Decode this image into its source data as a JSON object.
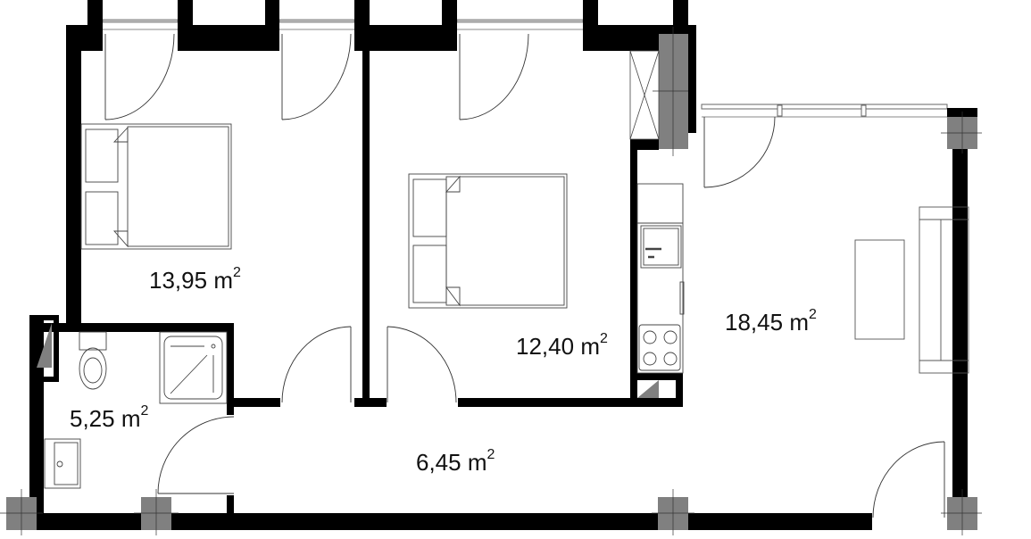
{
  "plan": {
    "rooms": [
      {
        "id": "bedroom-1",
        "area": "13,95",
        "unit": "m",
        "exp": "2"
      },
      {
        "id": "bedroom-2",
        "area": "12,40",
        "unit": "m",
        "exp": "2"
      },
      {
        "id": "living-kitchen",
        "area": "18,45",
        "unit": "m",
        "exp": "2"
      },
      {
        "id": "bathroom",
        "area": "5,25",
        "unit": "m",
        "exp": "2"
      },
      {
        "id": "hallway",
        "area": "6,45",
        "unit": "m",
        "exp": "2"
      }
    ],
    "colors": {
      "wall": "#000000",
      "column": "#808080",
      "line": "#444444"
    }
  }
}
